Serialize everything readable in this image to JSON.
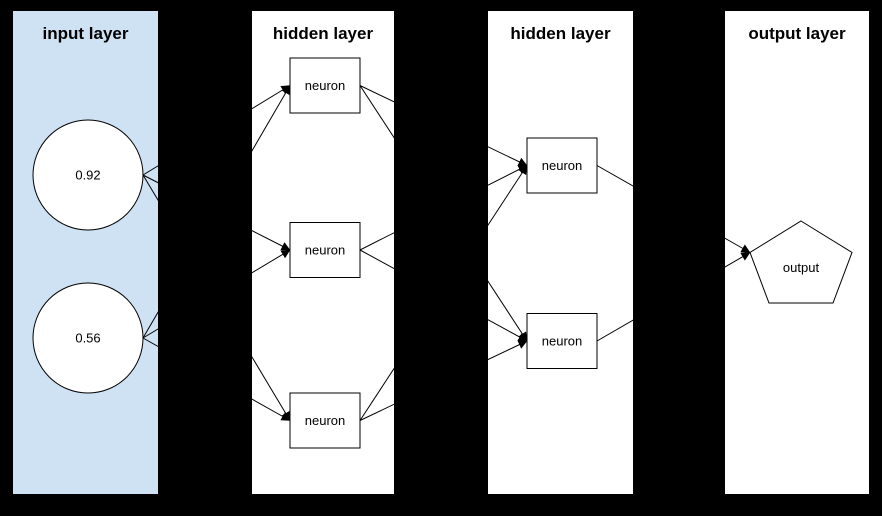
{
  "canvas": {
    "background_color": "#000000",
    "line_color": "#000000"
  },
  "diagram": {
    "layers": [
      {
        "title": "input layer",
        "panel_color": "#cfe2f3",
        "nodes": [
          {
            "label": "0.92",
            "shape": "circle"
          },
          {
            "label": "0.56",
            "shape": "circle"
          }
        ]
      },
      {
        "title": "hidden layer",
        "panel_color": "#ffffff",
        "nodes": [
          {
            "label": "neuron",
            "shape": "rect"
          },
          {
            "label": "neuron",
            "shape": "rect"
          },
          {
            "label": "neuron",
            "shape": "rect"
          }
        ]
      },
      {
        "title": "hidden layer",
        "panel_color": "#ffffff",
        "nodes": [
          {
            "label": "neuron",
            "shape": "rect"
          },
          {
            "label": "neuron",
            "shape": "rect"
          }
        ]
      },
      {
        "title": "output layer",
        "panel_color": "#ffffff",
        "nodes": [
          {
            "label": "output",
            "shape": "pentagon"
          }
        ]
      }
    ]
  }
}
